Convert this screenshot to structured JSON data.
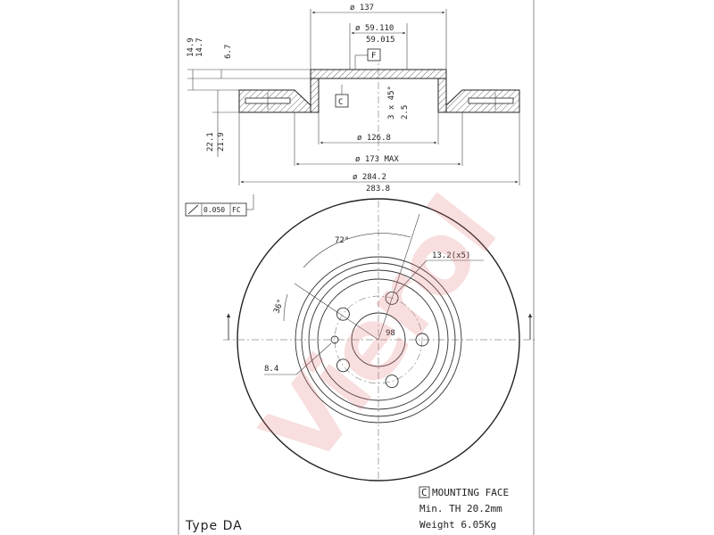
{
  "watermark": "Vierol",
  "colors": {
    "line": "#333333",
    "watermark": "#d9534f"
  },
  "section": {
    "dia_137": "ø 137",
    "dia_59_110": "ø 59.110",
    "dia_59_015": "59.015",
    "datum_f": "F",
    "datum_c": "C",
    "dim_14_9": "14.9",
    "dim_14_7": "14.7",
    "dim_6_7": "6.7",
    "chamfer": "3 x 45°",
    "dim_2_5": "2.5",
    "dia_126_8": "ø 126.8",
    "dia_173": "ø 173 MAX",
    "dim_22_1": "22.1",
    "dim_21_9": "21.9",
    "dia_284_2": "ø 284.2",
    "dia_283_8": "283.8",
    "tolerance_value": "0.050",
    "tolerance_ref": "FC"
  },
  "plan": {
    "angle_72": "72°",
    "angle_36": "36°",
    "holes": "13.2(x5)",
    "pcd": "98",
    "dim_8_4": "8.4"
  },
  "notes": {
    "mounting_face_tag": "C",
    "mounting_face": "MOUNTING FACE",
    "min_th": "Min. TH 20.2mm",
    "weight": "Weight 6.05Kg"
  },
  "type_label": "Type DA"
}
